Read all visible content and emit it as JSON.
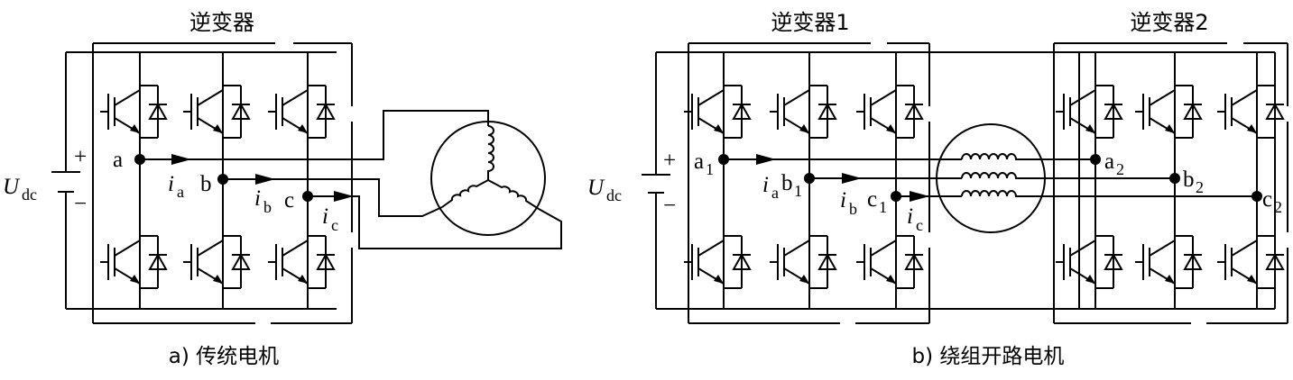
{
  "left": {
    "inverter_title": "逆变器",
    "dc_source": {
      "symbol": "U",
      "subscript": "dc",
      "plus": "+",
      "minus": "−"
    },
    "nodes": [
      "a",
      "b",
      "c"
    ],
    "currents": [
      {
        "symbol": "i",
        "subscript": "a"
      },
      {
        "symbol": "i",
        "subscript": "b"
      },
      {
        "symbol": "i",
        "subscript": "c"
      }
    ],
    "caption": "a) 传统电机"
  },
  "right": {
    "inverter1_title": "逆变器1",
    "inverter2_title": "逆变器2",
    "dc_source": {
      "symbol": "U",
      "subscript": "dc",
      "plus": "+",
      "minus": "−"
    },
    "nodes1": [
      {
        "base": "a",
        "subscript": "1"
      },
      {
        "base": "b",
        "subscript": "1"
      },
      {
        "base": "c",
        "subscript": "1"
      }
    ],
    "nodes2": [
      {
        "base": "a",
        "subscript": "2"
      },
      {
        "base": "b",
        "subscript": "2"
      },
      {
        "base": "c",
        "subscript": "2"
      }
    ],
    "currents": [
      {
        "symbol": "i",
        "subscript": "a"
      },
      {
        "symbol": "i",
        "subscript": "b"
      },
      {
        "symbol": "i",
        "subscript": "c"
      }
    ],
    "caption": "b) 绕组开路电机"
  }
}
